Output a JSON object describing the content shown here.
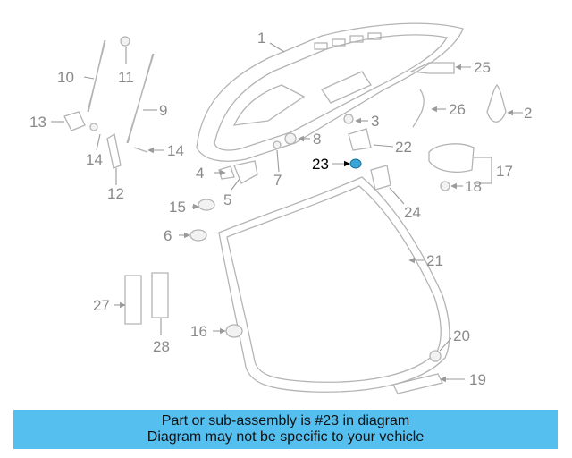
{
  "banner": {
    "line1": "Part or sub-assembly is #23 in diagram",
    "line2": "Diagram may not be specific to your vehicle",
    "color": "#55c0f0"
  },
  "highlight": {
    "part": "23",
    "color": "#3aa6d8"
  },
  "callouts": {
    "c1": "1",
    "c2": "2",
    "c3": "3",
    "c4": "4",
    "c5": "5",
    "c6": "6",
    "c7": "7",
    "c8": "8",
    "c9": "9",
    "c10": "10",
    "c11": "11",
    "c12": "12",
    "c13": "13",
    "c14a": "14",
    "c14b": "14",
    "c15": "15",
    "c16": "16",
    "c17": "17",
    "c18": "18",
    "c19": "19",
    "c20": "20",
    "c21": "21",
    "c22": "22",
    "c23": "23",
    "c24": "24",
    "c25": "25",
    "c26": "26",
    "c27": "27",
    "c28": "28"
  }
}
